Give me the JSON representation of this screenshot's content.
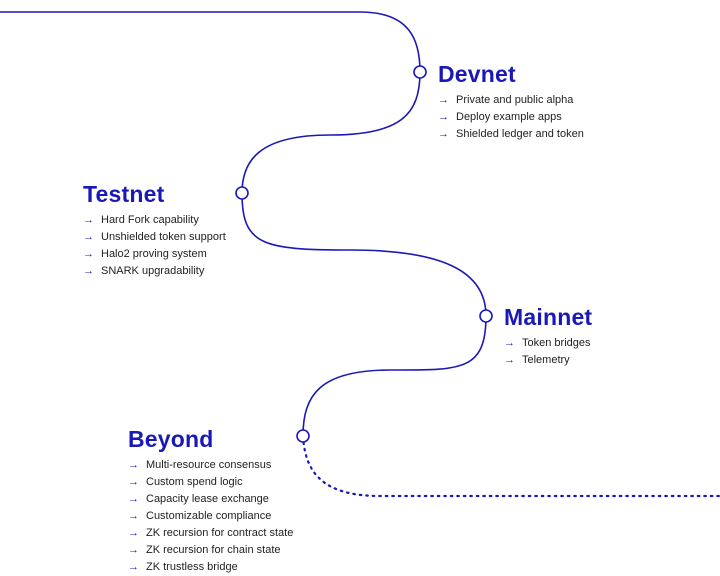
{
  "colors": {
    "accent": "#1a19b8",
    "text": "#222222",
    "path": "#1a19b8"
  },
  "stages": [
    {
      "title": "Devnet",
      "items": [
        "Private and public alpha",
        "Deploy example apps",
        "Shielded ledger and token"
      ]
    },
    {
      "title": "Testnet",
      "items": [
        "Hard Fork capability",
        "Unshielded token support",
        "Halo2 proving system",
        "SNARK upgradability"
      ]
    },
    {
      "title": "Mainnet",
      "items": [
        "Token bridges",
        "Telemetry"
      ]
    },
    {
      "title": "Beyond",
      "items": [
        "Multi-resource consensus",
        "Custom spend logic",
        "Capacity lease exchange",
        "Customizable compliance",
        "ZK recursion for contract state",
        "ZK recursion for chain state",
        "ZK trustless bridge"
      ]
    }
  ],
  "icons": {
    "arrow": "→"
  }
}
